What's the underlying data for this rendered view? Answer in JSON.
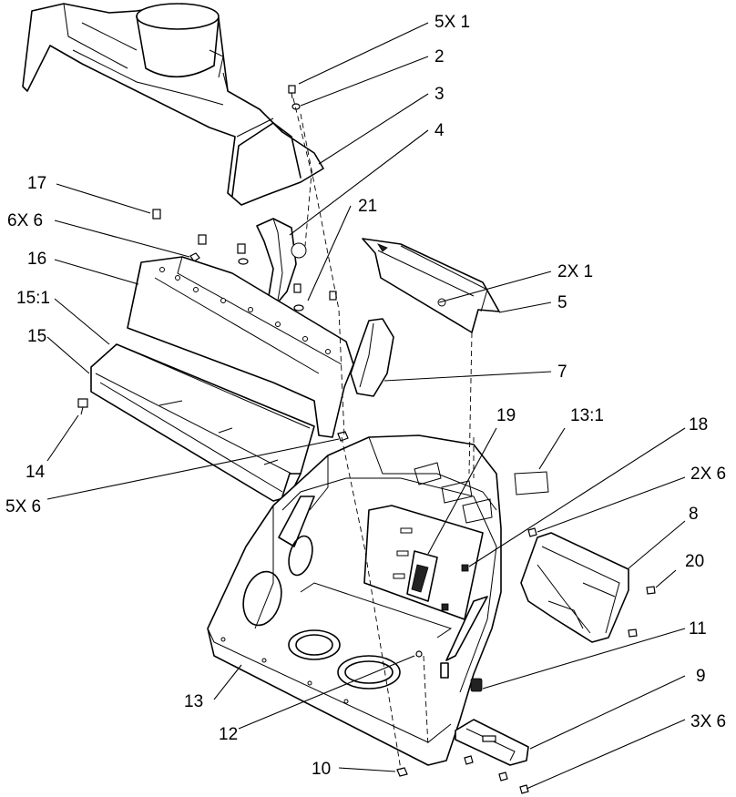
{
  "callouts": [
    {
      "id": "c-5x1",
      "text": "5X 1"
    },
    {
      "id": "c-2",
      "text": "2"
    },
    {
      "id": "c-3",
      "text": "3"
    },
    {
      "id": "c-4",
      "text": "4"
    },
    {
      "id": "c-17",
      "text": "17"
    },
    {
      "id": "c-21",
      "text": "21"
    },
    {
      "id": "c-6x6",
      "text": "6X 6"
    },
    {
      "id": "c-16",
      "text": "16"
    },
    {
      "id": "c-2x1",
      "text": "2X 1"
    },
    {
      "id": "c-5",
      "text": "5"
    },
    {
      "id": "c-15-1",
      "text": "15:1"
    },
    {
      "id": "c-15",
      "text": "15"
    },
    {
      "id": "c-7",
      "text": "7"
    },
    {
      "id": "c-19",
      "text": "19"
    },
    {
      "id": "c-13-1",
      "text": "13:1"
    },
    {
      "id": "c-18",
      "text": "18"
    },
    {
      "id": "c-14",
      "text": "14"
    },
    {
      "id": "c-2x6",
      "text": "2X 6"
    },
    {
      "id": "c-5x6",
      "text": "5X 6"
    },
    {
      "id": "c-8",
      "text": "8"
    },
    {
      "id": "c-20",
      "text": "20"
    },
    {
      "id": "c-11",
      "text": "11"
    },
    {
      "id": "c-9",
      "text": "9"
    },
    {
      "id": "c-13",
      "text": "13"
    },
    {
      "id": "c-3x6",
      "text": "3X 6"
    },
    {
      "id": "c-12",
      "text": "12"
    },
    {
      "id": "c-10",
      "text": "10"
    }
  ]
}
